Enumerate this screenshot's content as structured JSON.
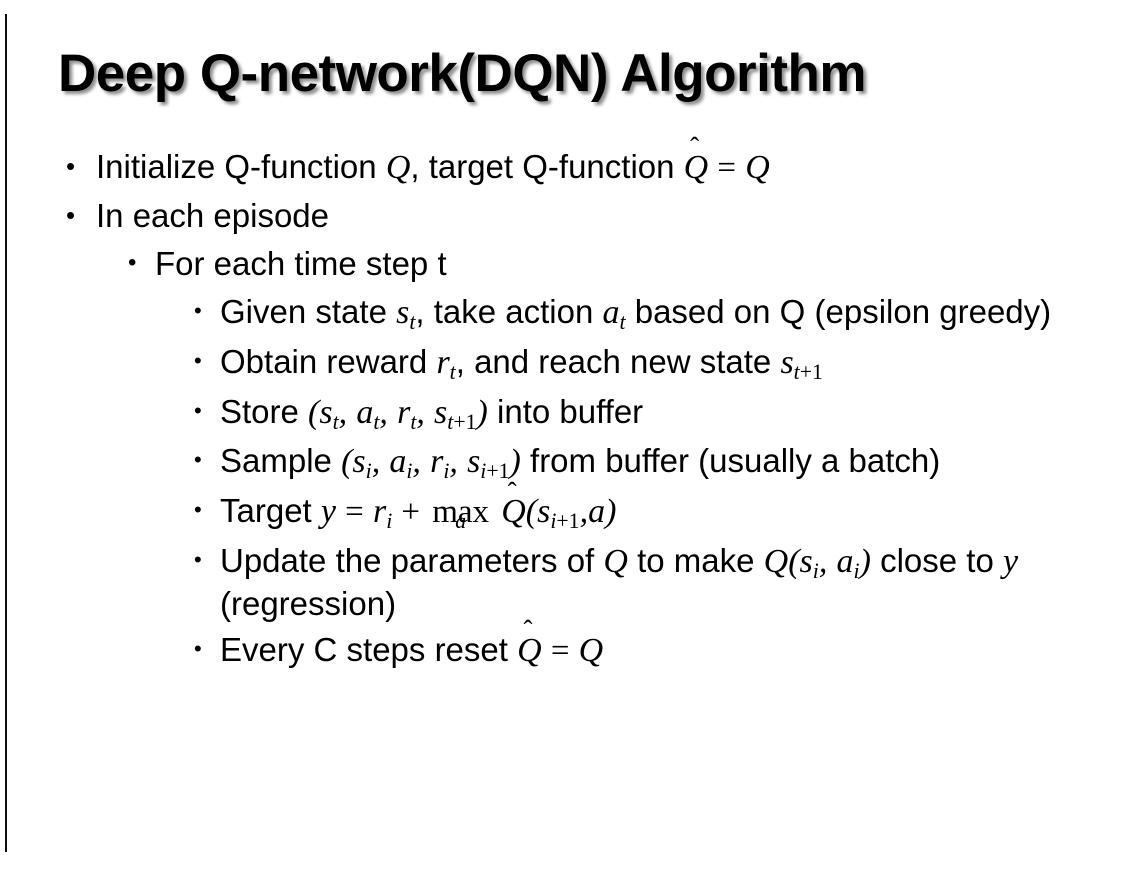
{
  "slide": {
    "title": "Deep Q-network(DQN) Algorithm",
    "bullet_glyph": "•",
    "background_color": "#ffffff",
    "text_color": "#000000",
    "edge_rule_color": "#0d0d0d",
    "title_shadow_color": "#787878"
  },
  "math": {
    "hat": "̂",
    "equals": "=",
    "plus": "+",
    "comma": ",",
    "paren_open": "(",
    "paren_close": ")",
    "Q": "Q",
    "y": "y",
    "a": "a",
    "s": "s",
    "r": "r",
    "t": "t",
    "i": "i",
    "plus_one": "+1",
    "max": "max"
  },
  "bullets": {
    "b1": {
      "level": 1,
      "pre": "Initialize Q-function ",
      "mid": ", target Q-function "
    },
    "b2": {
      "level": 1,
      "text": "In each episode"
    },
    "b3": {
      "level": 2,
      "text": "For each time step t"
    },
    "b4": {
      "level": 3,
      "pre": "Given state ",
      "mid": ", take action ",
      "post": " based on Q (epsilon greedy)"
    },
    "b5": {
      "level": 3,
      "pre": "Obtain reward ",
      "mid": ", and reach new state "
    },
    "b6": {
      "level": 3,
      "pre": "Store ",
      "post": " into buffer"
    },
    "b7": {
      "level": 3,
      "pre": "Sample ",
      "post": " from buffer (usually a batch)"
    },
    "b8": {
      "level": 3,
      "pre": "Target "
    },
    "b9": {
      "level": 3,
      "pre": "Update the parameters of ",
      "mid": " to make ",
      "post": " close to ",
      "tail": " (regression)"
    },
    "b10": {
      "level": 3,
      "pre": "Every C steps reset "
    }
  }
}
